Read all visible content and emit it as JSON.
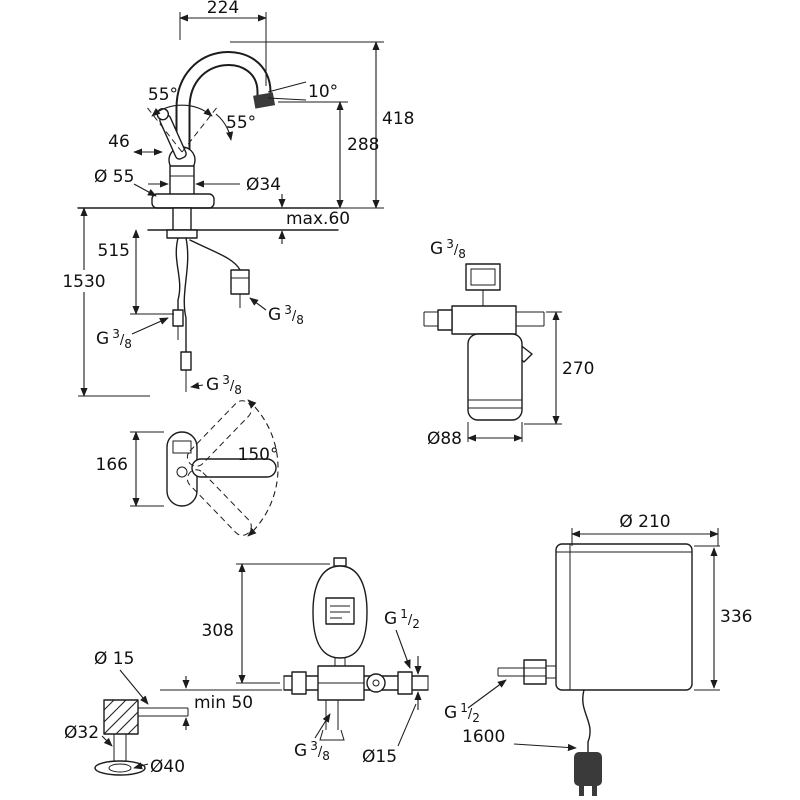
{
  "drawing": {
    "ink": "#1c1c1c",
    "bg": "#ffffff"
  },
  "faucet_front": {
    "spout_width": "224",
    "total_height": "418",
    "outlet_height": "288",
    "outlet_angle": "10°",
    "lever_angle_a": "55°",
    "lever_angle_b": "55°",
    "lever_size": "46",
    "base_diameter": "Ø 55",
    "body_diameter": "Ø34",
    "deck_thickness": "max.60",
    "hose_length_short": "515",
    "hose_length_total": "1530"
  },
  "threads": {
    "g38": {
      "base": "G",
      "num": "3",
      "slash": "/",
      "den": "8"
    },
    "g12": {
      "base": "G",
      "num": "1",
      "slash": "/",
      "den": "2"
    }
  },
  "filter_unit": {
    "height": "270",
    "diameter": "Ø88"
  },
  "top_view": {
    "base_depth": "166",
    "swivel_range": "150°"
  },
  "safety_group": {
    "vessel_height": "308",
    "inlet_pipe_diameter": "Ø 15",
    "min_clearance": "min 50",
    "wall_hole_diameter": "Ø32",
    "escutcheon_diameter": "Ø40",
    "outlet_pipe_diameter": "Ø15"
  },
  "boiler": {
    "diameter": "Ø 210",
    "height": "336",
    "cable_length": "1600"
  }
}
